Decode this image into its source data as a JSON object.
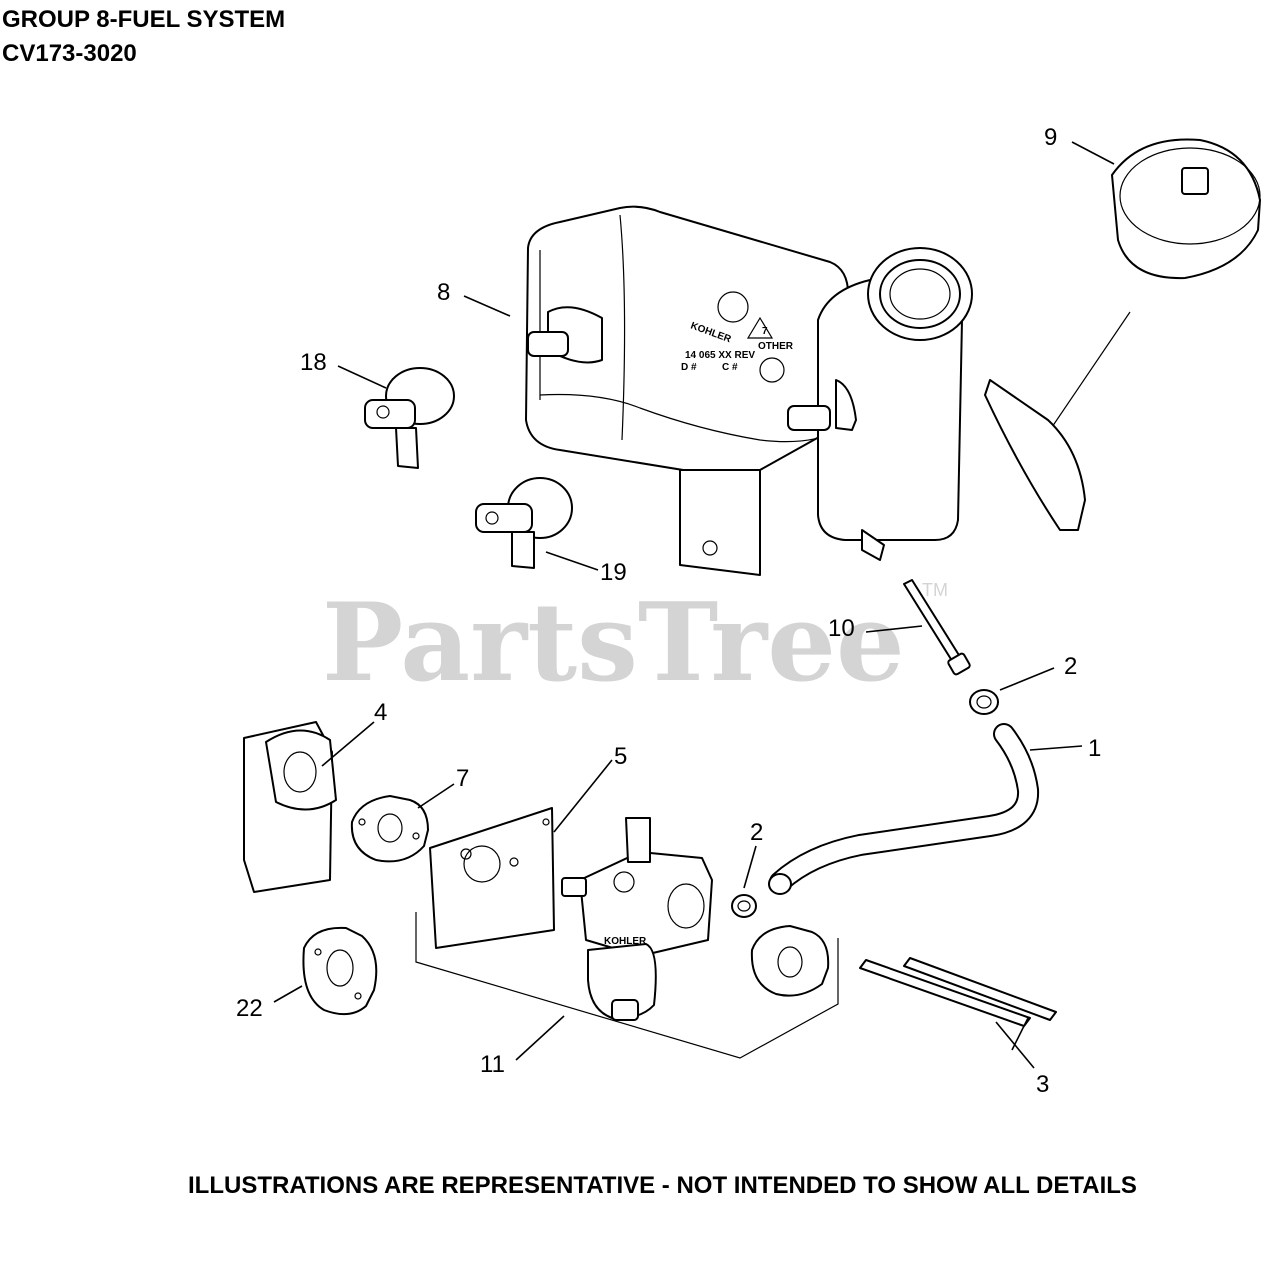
{
  "header": {
    "title": "GROUP 8-FUEL SYSTEM",
    "model": "CV173-3020"
  },
  "watermark": {
    "text": "PartsTree",
    "tm": "TM"
  },
  "tank_marks": {
    "brand": "KOHLER",
    "code": "14 065 XX REV",
    "d": "D #",
    "c": "C #",
    "recycle_no": "7",
    "recycle_label": "OTHER",
    "carb_brand": "KOHLER"
  },
  "callouts": [
    {
      "id": "c9",
      "label": "9"
    },
    {
      "id": "c8",
      "label": "8"
    },
    {
      "id": "c18",
      "label": "18"
    },
    {
      "id": "c19",
      "label": "19"
    },
    {
      "id": "c10",
      "label": "10"
    },
    {
      "id": "c2a",
      "label": "2"
    },
    {
      "id": "c1",
      "label": "1"
    },
    {
      "id": "c4",
      "label": "4"
    },
    {
      "id": "c7",
      "label": "7"
    },
    {
      "id": "c5",
      "label": "5"
    },
    {
      "id": "c2b",
      "label": "2"
    },
    {
      "id": "c22",
      "label": "22"
    },
    {
      "id": "c11",
      "label": "11"
    },
    {
      "id": "c3",
      "label": "3"
    }
  ],
  "footer": "ILLUSTRATIONS ARE REPRESENTATIVE - NOT INTENDED TO SHOW ALL DETAILS"
}
